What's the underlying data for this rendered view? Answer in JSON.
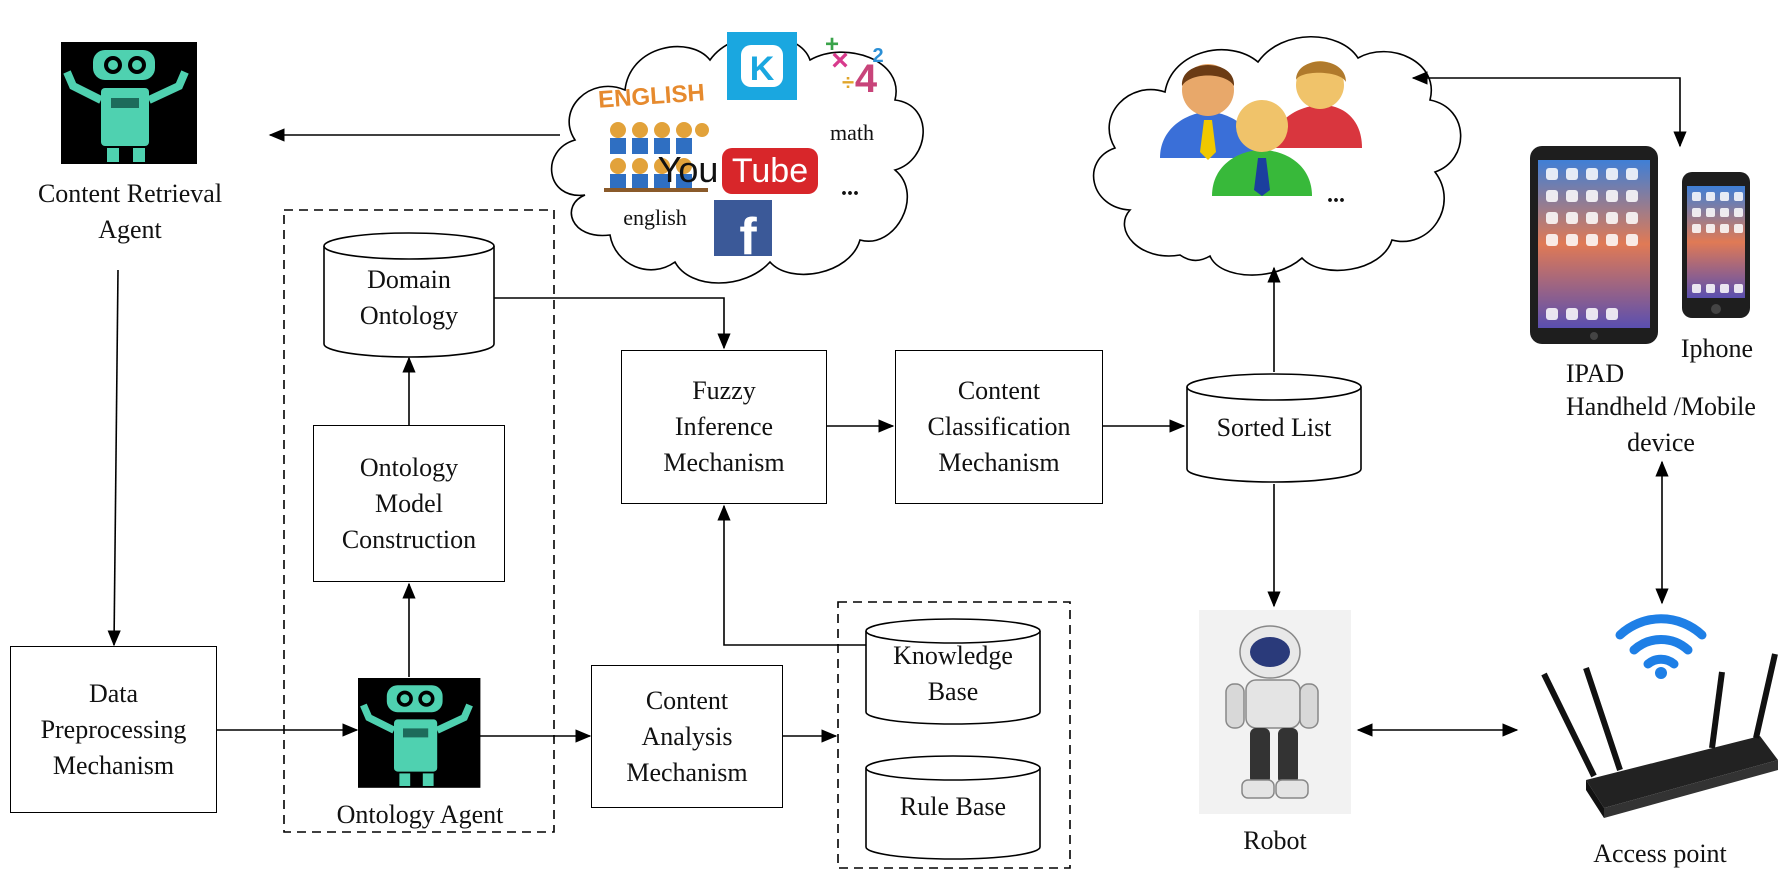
{
  "cloud_content": {
    "english_logo": "ENGLISH",
    "english": "english",
    "math": "math",
    "youtube_you": "You",
    "youtube_tube": "Tube",
    "kk_letter": "K",
    "fb_letter": "f",
    "ellipsis": "..."
  },
  "cloud_users": {
    "ellipsis": "..."
  },
  "labels": {
    "content_retrieval_agent": "Content Retrieval\nAgent",
    "data_preprocessing": "Data\nPreprocessing\nMechanism",
    "domain_ontology": "Domain\nOntology",
    "ontology_model_construction": "Ontology\nModel\nConstruction",
    "ontology_agent": "Ontology Agent",
    "fuzzy_inference": "Fuzzy\nInference\nMechanism",
    "content_classification": "Content\nClassification\nMechanism",
    "sorted_list": "Sorted List",
    "content_analysis": "Content\nAnalysis\nMechanism",
    "knowledge_base": "Knowledge\nBase",
    "rule_base": "Rule Base",
    "robot": "Robot",
    "access_point": "Access point",
    "ipad": "IPAD",
    "iphone": "Iphone",
    "handheld": "Handheld /Mobile\ndevice"
  },
  "colors": {
    "robot_teal": "#4fd1b0",
    "kk_blue": "#1aa7e0",
    "youtube_red": "#d8262a",
    "facebook_blue": "#3b5998",
    "wifi_blue": "#1e7fe6",
    "user_blue": "#3a6fd8",
    "user_green": "#38b93a",
    "user_red": "#d9363e"
  },
  "icons": [
    "robot-agent-icon",
    "kk-app-icon",
    "math-icon",
    "english-logo",
    "students-icon",
    "youtube-logo",
    "facebook-icon",
    "users-icon",
    "ipad-icon",
    "iphone-icon",
    "humanoid-robot-icon",
    "router-icon",
    "wifi-icon"
  ]
}
